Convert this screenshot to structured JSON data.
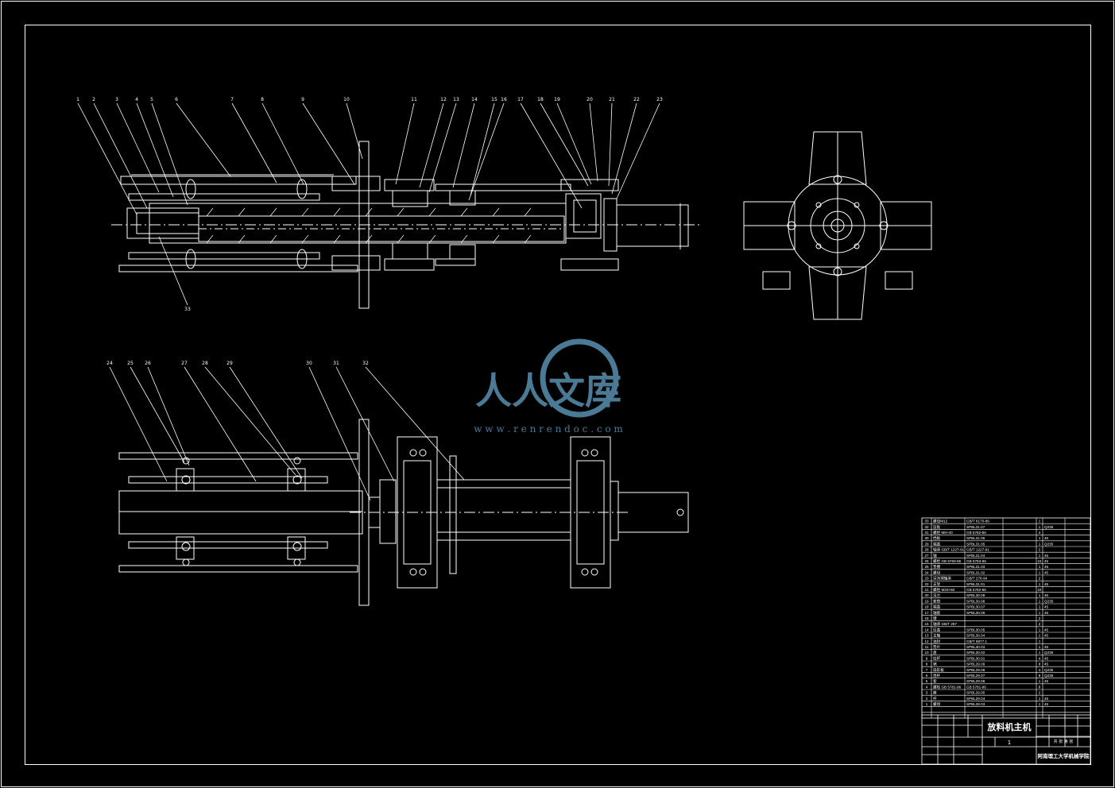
{
  "viewer": {
    "background": "#000000",
    "line_color": "#FFFFFF"
  },
  "title_block": {
    "drawing_title": "放料机主机",
    "school": "阿南理工大学机械学院",
    "scale_value": "1",
    "sheet_text": "共 张 第 张"
  },
  "part_balloons": {
    "top_view": [
      "1",
      "2",
      "3",
      "4",
      "5",
      "6",
      "7",
      "8",
      "9",
      "10",
      "11",
      "12",
      "13",
      "14",
      "15",
      "16",
      "17",
      "18",
      "19",
      "20",
      "21",
      "22",
      "23"
    ],
    "top_bottom_label": "33",
    "bottom_view": [
      "24",
      "25",
      "26",
      "27",
      "28",
      "29",
      "30",
      "31",
      "32"
    ]
  },
  "watermark": {
    "chinese": "人人文库",
    "url": "w w w . r e n r e n d o c . c o m",
    "color": "#4a7a95"
  },
  "bom": {
    "rows": [
      {
        "no": "33",
        "name": "螺母M12",
        "std": "GB/T 6170-86",
        "qty": "1",
        "mat": ""
      },
      {
        "no": "32",
        "name": "压板",
        "std": "SPBL31.07",
        "qty": "1",
        "mat": "Q235"
      },
      {
        "no": "31",
        "name": "螺栓 M8×40",
        "std": "GB 5782-86",
        "qty": "4",
        "mat": ""
      },
      {
        "no": "30",
        "name": "挡板",
        "std": "SPBL31.06",
        "qty": "1",
        "mat": "45"
      },
      {
        "no": "29",
        "name": "端盖",
        "std": "SPBL31.05",
        "qty": "1",
        "mat": "Q235"
      },
      {
        "no": "28",
        "name": "轴承 GB/T 1227-91",
        "std": "GB/T 1227-91",
        "qty": "2",
        "mat": ""
      },
      {
        "no": "27",
        "name": "轴",
        "std": "SPBL31.04",
        "qty": "1",
        "mat": "45"
      },
      {
        "no": "26",
        "name": "螺栓 GB 5783-86",
        "std": "GB 5783-86",
        "qty": "24",
        "mat": "45"
      },
      {
        "no": "25",
        "name": "垫圈",
        "std": "SPBL31.03",
        "qty": "1",
        "mat": "45"
      },
      {
        "no": "24",
        "name": "螺母",
        "std": "SPBL31.02",
        "qty": "1",
        "mat": "45"
      },
      {
        "no": "23",
        "name": "深沟球轴承",
        "std": "GB/T 276-94",
        "qty": "2",
        "mat": ""
      },
      {
        "no": "22",
        "name": "支架",
        "std": "SPBL31.01",
        "qty": "1",
        "mat": "45"
      },
      {
        "no": "21",
        "name": "螺栓 M20×60",
        "std": "GB 5782-86",
        "qty": "24",
        "mat": ""
      },
      {
        "no": "20",
        "name": "法兰",
        "std": "SPBL30.09",
        "qty": "1",
        "mat": "45"
      },
      {
        "no": "19",
        "name": "套筒",
        "std": "SPBL30.08",
        "qty": "1",
        "mat": "Q235"
      },
      {
        "no": "18",
        "name": "端盖",
        "std": "SPBL30.07",
        "qty": "1",
        "mat": "45"
      },
      {
        "no": "17",
        "name": "轴套",
        "std": "SPBL30.06",
        "qty": "1",
        "mat": "45"
      },
      {
        "no": "16",
        "name": "键",
        "std": "",
        "qty": "2",
        "mat": ""
      },
      {
        "no": "15",
        "name": "轴承 GB/T 297",
        "std": "",
        "qty": "2",
        "mat": ""
      },
      {
        "no": "14",
        "name": "压盖",
        "std": "SPBL30.05",
        "qty": "1",
        "mat": "45"
      },
      {
        "no": "13",
        "name": "主轴",
        "std": "SPBL30.04",
        "qty": "1",
        "mat": "45"
      },
      {
        "no": "12",
        "name": "油封",
        "std": "GB/T 9877.1",
        "qty": "1",
        "mat": ""
      },
      {
        "no": "11",
        "name": "垫片",
        "std": "SPBL30.03",
        "qty": "1",
        "mat": "45"
      },
      {
        "no": "10",
        "name": "盘",
        "std": "SPBL30.02",
        "qty": "1",
        "mat": "Q235"
      },
      {
        "no": "9",
        "name": "拉杆",
        "std": "SPBL30.01",
        "qty": "4",
        "mat": "45"
      },
      {
        "no": "8",
        "name": "销",
        "std": "SPBL29.09",
        "qty": "8",
        "mat": "45"
      },
      {
        "no": "7",
        "name": "扇形板",
        "std": "SPBL29.08",
        "qty": "4",
        "mat": "Q235"
      },
      {
        "no": "6",
        "name": "连杆",
        "std": "SPBL29.07",
        "qty": "8",
        "mat": "Q235"
      },
      {
        "no": "5",
        "name": "套",
        "std": "SPBL29.06",
        "qty": "1",
        "mat": "45"
      },
      {
        "no": "4",
        "name": "螺栓 GB 5781-86",
        "std": "GB 5781-86",
        "qty": "8",
        "mat": ""
      },
      {
        "no": "3",
        "name": "座",
        "std": "SPBL29.05",
        "qty": "2",
        "mat": ""
      },
      {
        "no": "2",
        "name": "杆",
        "std": "SPBL29.04",
        "qty": "1",
        "mat": "45"
      },
      {
        "no": "1",
        "name": "螺母",
        "std": "SPBL29.03",
        "qty": "1",
        "mat": "45"
      }
    ]
  }
}
